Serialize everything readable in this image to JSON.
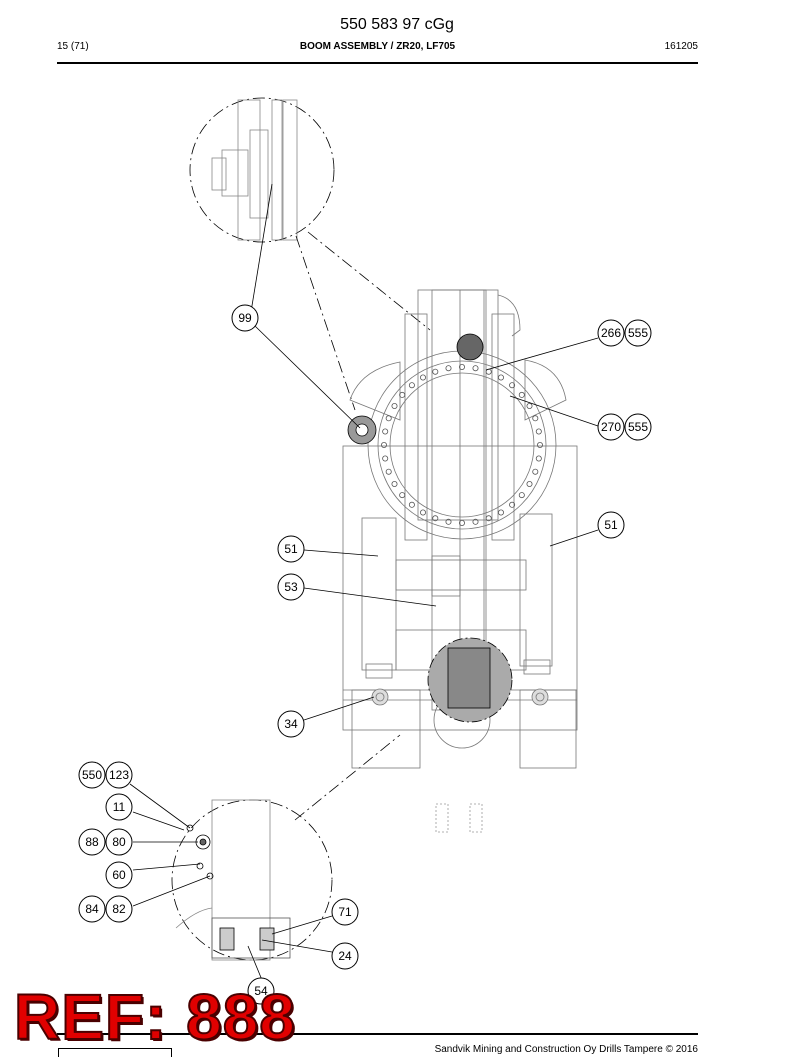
{
  "header": {
    "doc_number": "550 583 97 cGg",
    "page_ref": "15 (71)",
    "section_title": "BOOM ASSEMBLY / ZR20, LF705",
    "date_code": "161205"
  },
  "footer": {
    "copyright": "Sandvik Mining and Construction Oy Drills Tampere © 2016"
  },
  "stamp": {
    "text": "REF: 888",
    "color": "#e00000"
  },
  "callouts": {
    "c99": "99",
    "c266": "266",
    "c555a": "555",
    "c270": "270",
    "c555b": "555",
    "c51a": "51",
    "c51b": "51",
    "c53": "53",
    "c34": "34",
    "c550": "550",
    "c123": "123",
    "c11": "11",
    "c88": "88",
    "c80": "80",
    "c60": "60",
    "c84": "84",
    "c82": "82",
    "c71": "71",
    "c24": "24",
    "c54": "54"
  }
}
